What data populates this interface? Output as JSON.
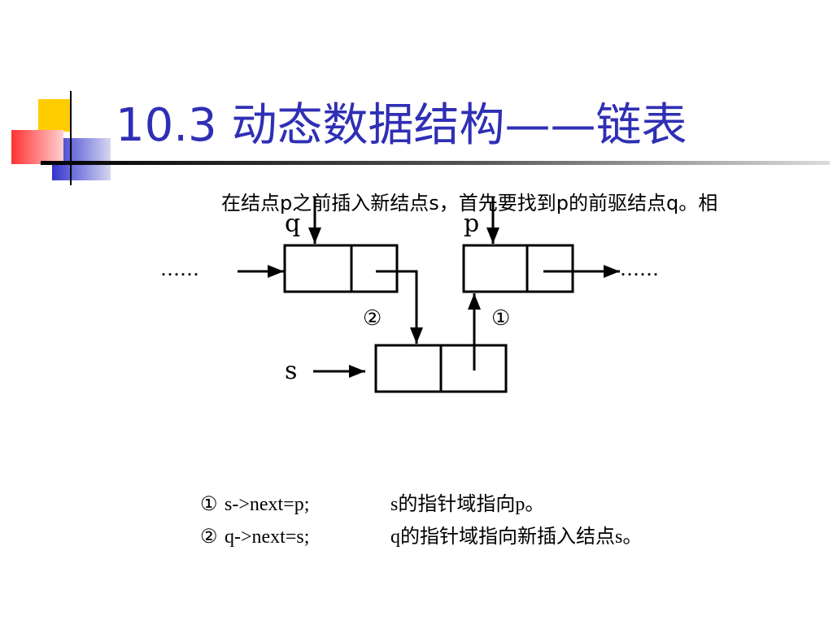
{
  "slide": {
    "title": "10.3 动态数据结构——链表",
    "intro": "在结点p之前插入新结点s，首先要找到p的前驱结点q。相"
  },
  "diagram": {
    "label_q": "q",
    "label_p": "p",
    "label_s": "s",
    "ellipsis_left": "……",
    "ellipsis_right": "……",
    "step2_marker": "②",
    "step1_marker": "①"
  },
  "steps": [
    {
      "marker": "①",
      "code": "s->next=p;",
      "desc": "s的指针域指向p。"
    },
    {
      "marker": "②",
      "code": "q->next=s;",
      "desc": "q的指针域指向新插入结点s。"
    }
  ],
  "colors": {
    "title": "#2f2fb5",
    "deco_yellow": "#ffcc00",
    "deco_blue": "#3333cc",
    "deco_red": "#ff3333"
  }
}
